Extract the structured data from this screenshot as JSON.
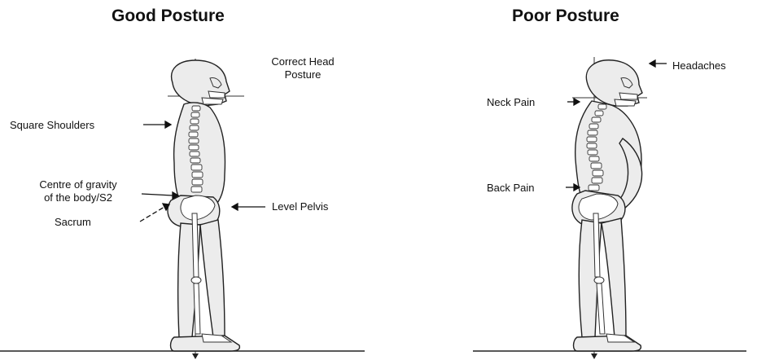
{
  "good": {
    "title": "Good Posture",
    "labels": {
      "correct_head_line1": "Correct Head",
      "correct_head_line2": "Posture",
      "square_shoulders": "Square Shoulders",
      "centre_gravity_line1": "Centre of gravity",
      "centre_gravity_line2": "of the body/S2",
      "sacrum": "Sacrum",
      "level_pelvis": "Level Pelvis"
    }
  },
  "poor": {
    "title": "Poor Posture",
    "labels": {
      "headaches": "Headaches",
      "neck_pain": "Neck Pain",
      "back_pain": "Back Pain"
    }
  },
  "colors": {
    "line": "#222222",
    "body_fill": "#ececec",
    "bone": "#ffffff"
  }
}
